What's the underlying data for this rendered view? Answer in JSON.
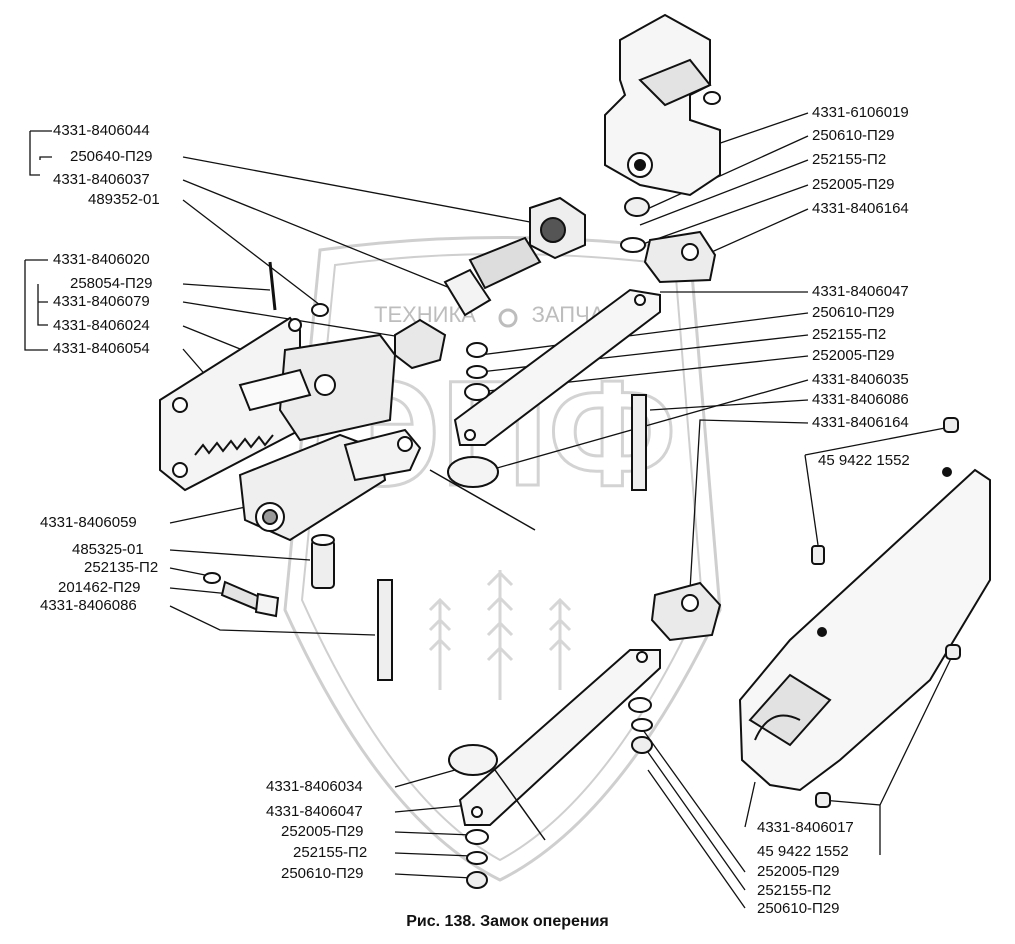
{
  "figure": {
    "caption": "Рис. 138. Замок оперения",
    "watermark": {
      "brand": "ЭПФ",
      "line1": "ТЕХНИКА",
      "line2": "ЗАПЧАСТИ"
    }
  },
  "labels_left": [
    "4331-8406044",
    "250640-П29",
    "4331-8406037",
    "489352-01",
    "4331-8406020",
    "258054-П29",
    "4331-8406079",
    "4331-8406024",
    "4331-8406054",
    "4331-8406059",
    "485325-01",
    "252135-П2",
    "201462-П29",
    "4331-8406086"
  ],
  "labels_right": [
    "4331-6106019",
    "250610-П29",
    "252155-П2",
    "252005-П29",
    "4331-8406164",
    "4331-8406047",
    "250610-П29",
    "252155-П2",
    "252005-П29",
    "4331-8406035",
    "4331-8406086",
    "4331-8406164",
    "45 9422 1552"
  ],
  "labels_bottom_left": [
    "4331-8406034",
    "4331-8406047",
    "252005-П29",
    "252155-П2",
    "250610-П29"
  ],
  "labels_bottom_right": [
    "4331-8406017",
    "45 9422 1552",
    "252005-П29",
    "252155-П2",
    "250610-П29"
  ]
}
